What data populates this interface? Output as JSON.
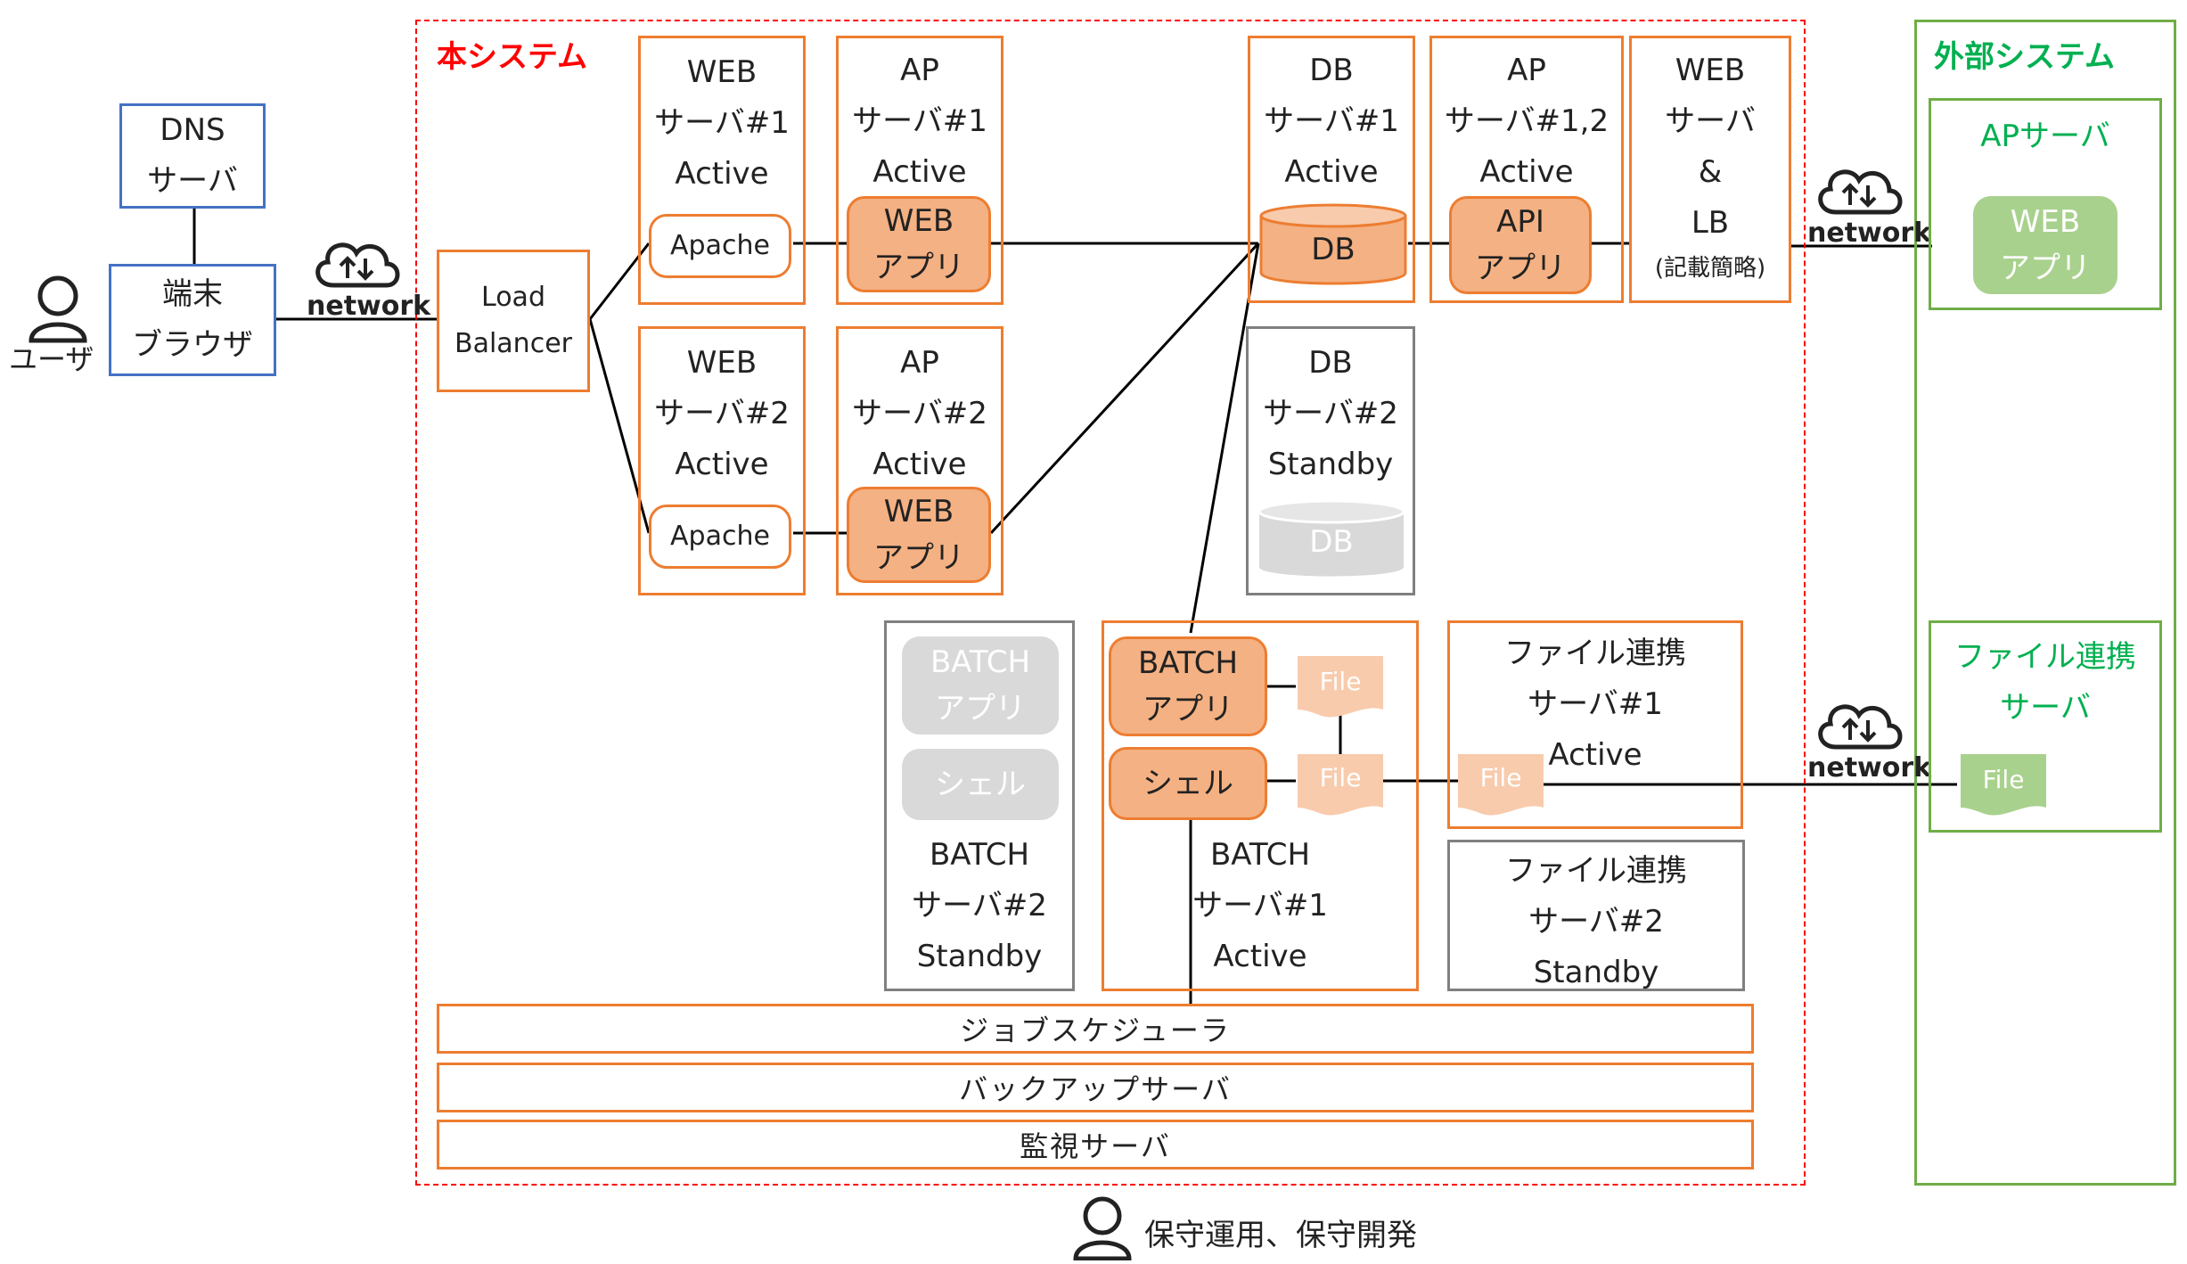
{
  "main_system": {
    "title": "本システム",
    "web1": {
      "l1": "WEB",
      "l2": "サーバ#1",
      "l3": "Active",
      "apache": "Apache"
    },
    "web2": {
      "l1": "WEB",
      "l2": "サーバ#2",
      "l3": "Active",
      "apache": "Apache"
    },
    "ap1": {
      "l1": "AP",
      "l2": "サーバ#1",
      "l3": "Active",
      "app_l1": "WEB",
      "app_l2": "アプリ"
    },
    "ap2": {
      "l1": "AP",
      "l2": "サーバ#2",
      "l3": "Active",
      "app_l1": "WEB",
      "app_l2": "アプリ"
    },
    "db1": {
      "l1": "DB",
      "l2": "サーバ#1",
      "l3": "Active",
      "db": "DB"
    },
    "db2": {
      "l1": "DB",
      "l2": "サーバ#2",
      "l3": "Standby",
      "db": "DB"
    },
    "apapi": {
      "l1": "AP",
      "l2": "サーバ#1,2",
      "l3": "Active",
      "app_l1": "API",
      "app_l2": "アプリ"
    },
    "weblb": {
      "l1": "WEB",
      "l2": "サーバ",
      "l3": "&",
      "l4": "LB",
      "l5": "(記載簡略)"
    },
    "lb": {
      "l1": "Load",
      "l2": "Balancer"
    },
    "batch1": {
      "app_l1": "BATCH",
      "app_l2": "アプリ",
      "shell": "シェル",
      "file_a": "File",
      "file_b": "File",
      "l1": "BATCH",
      "l2": "サーバ#1",
      "l3": "Active"
    },
    "batch2": {
      "app_l1": "BATCH",
      "app_l2": "アプリ",
      "shell": "シェル",
      "l1": "BATCH",
      "l2": "サーバ#2",
      "l3": "Standby"
    },
    "filelink1": {
      "l1": "ファイル連携",
      "l2": "サーバ#1",
      "l3": "Active",
      "file": "File"
    },
    "filelink2": {
      "l1": "ファイル連携",
      "l2": "サーバ#2",
      "l3": "Standby"
    },
    "job_scheduler": "ジョブスケジューラ",
    "backup_server": "バックアップサーバ",
    "monitor_server": "監視サーバ"
  },
  "external_system": {
    "title": "外部システム",
    "ap_server": {
      "title": "APサーバ",
      "app_l1": "WEB",
      "app_l2": "アプリ"
    },
    "filelink": {
      "l1": "ファイル連携",
      "l2": "サーバ",
      "file": "File"
    }
  },
  "client": {
    "dns": {
      "l1": "DNS",
      "l2": "サーバ"
    },
    "terminal": {
      "l1": "端末",
      "l2": "ブラウザ"
    },
    "user_label": "ユーザ"
  },
  "network_label": "network",
  "maintenance_label": "保守運用、保守開発",
  "colors": {
    "orange": "#ed7d31",
    "orange_fill": "#f4b183",
    "red": "#ff0000",
    "green": "#70ad47",
    "green_fill": "#a9d18e",
    "blue": "#4472c4",
    "gray": "#808080",
    "gray_fill": "#d9d9d9"
  },
  "icons": [
    "user-icon",
    "cloud-network-icon",
    "maintainer-icon"
  ]
}
